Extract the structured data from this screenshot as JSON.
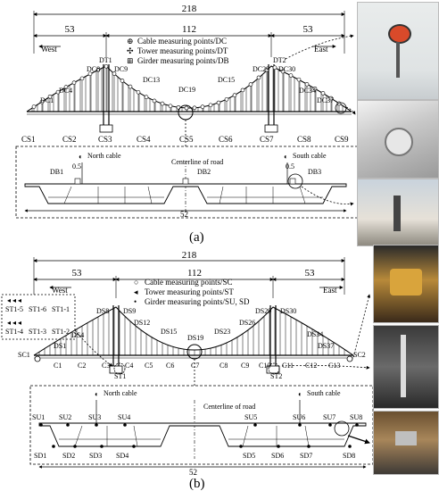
{
  "panel_a": {
    "caption": "(a)",
    "dim_total": "218",
    "dim_left": "53",
    "dim_mid": "112",
    "dim_right": "53",
    "west": "West",
    "east": "East",
    "legend": [
      {
        "symbol": "cross",
        "text": "Cable measuring points/DC"
      },
      {
        "symbol": "tri",
        "text": "Tower measuring points/DT"
      },
      {
        "symbol": "grid",
        "text": "Girder measuring points/DB"
      }
    ],
    "labels": {
      "dt1": "DT1",
      "dt2": "DT2",
      "dc1": "DC1",
      "dc4": "DC4",
      "dc8": "DC8",
      "dc9": "DC9",
      "dc13": "DC13",
      "dc19": "DC19",
      "dc15": "DC15",
      "dc29": "DC29",
      "dc30": "DC30",
      "dc34": "DC34",
      "dc37": "DC37"
    },
    "cs": [
      "CS1",
      "CS2",
      "CS3",
      "CS4",
      "CS5",
      "CS6",
      "CS7",
      "CS8",
      "CS9"
    ],
    "section": {
      "north": "North cable",
      "south": "South cable",
      "center": "Centerline of road",
      "db1": "DB1",
      "db2": "DB2",
      "db3": "DB3",
      "d05l": "0.5",
      "d05r": "0.5",
      "width": "52"
    }
  },
  "panel_b": {
    "caption": "(b)",
    "dim_total": "218",
    "dim_left": "53",
    "dim_mid": "112",
    "dim_right": "53",
    "west": "West",
    "east": "East",
    "legend": [
      {
        "symbol": "circ",
        "text": "Cable measuring points/SC"
      },
      {
        "symbol": "flag",
        "text": "Tower measuring points/ST"
      },
      {
        "symbol": "dot",
        "text": "Girder measuring points/SU, SD"
      }
    ],
    "st_box": [
      "ST1-5",
      "ST1-6",
      "ST1-1",
      "ST1-4",
      "ST1-3",
      "ST1-2"
    ],
    "labels": {
      "ds1": "DS1",
      "ds4": "DS4",
      "ds8": "DS8",
      "ds9": "DS9",
      "ds12": "DS12",
      "ds15": "DS15",
      "ds19": "DS19",
      "ds23": "DS23",
      "ds26": "DS26",
      "ds29": "DS29",
      "ds30": "DS30",
      "ds34": "DS34",
      "ds37": "DS37",
      "sc1": "SC1",
      "sc2": "SC2",
      "st1": "ST1",
      "st2": "ST2"
    },
    "c": [
      "C1",
      "C2",
      "C3",
      "C4",
      "C5",
      "C6",
      "C7",
      "C8",
      "C9",
      "C10",
      "C11",
      "C12",
      "C13"
    ],
    "section": {
      "north": "North cable",
      "south": "South cable",
      "center": "Centerline of road",
      "su": [
        "SU1",
        "SU2",
        "SU3",
        "SU4",
        "SU5",
        "SU6",
        "SU7",
        "SU8"
      ],
      "sd": [
        "SD1",
        "SD2",
        "SD3",
        "SD4",
        "SD5",
        "SD6",
        "SD7",
        "SD8"
      ],
      "width": "52"
    }
  }
}
